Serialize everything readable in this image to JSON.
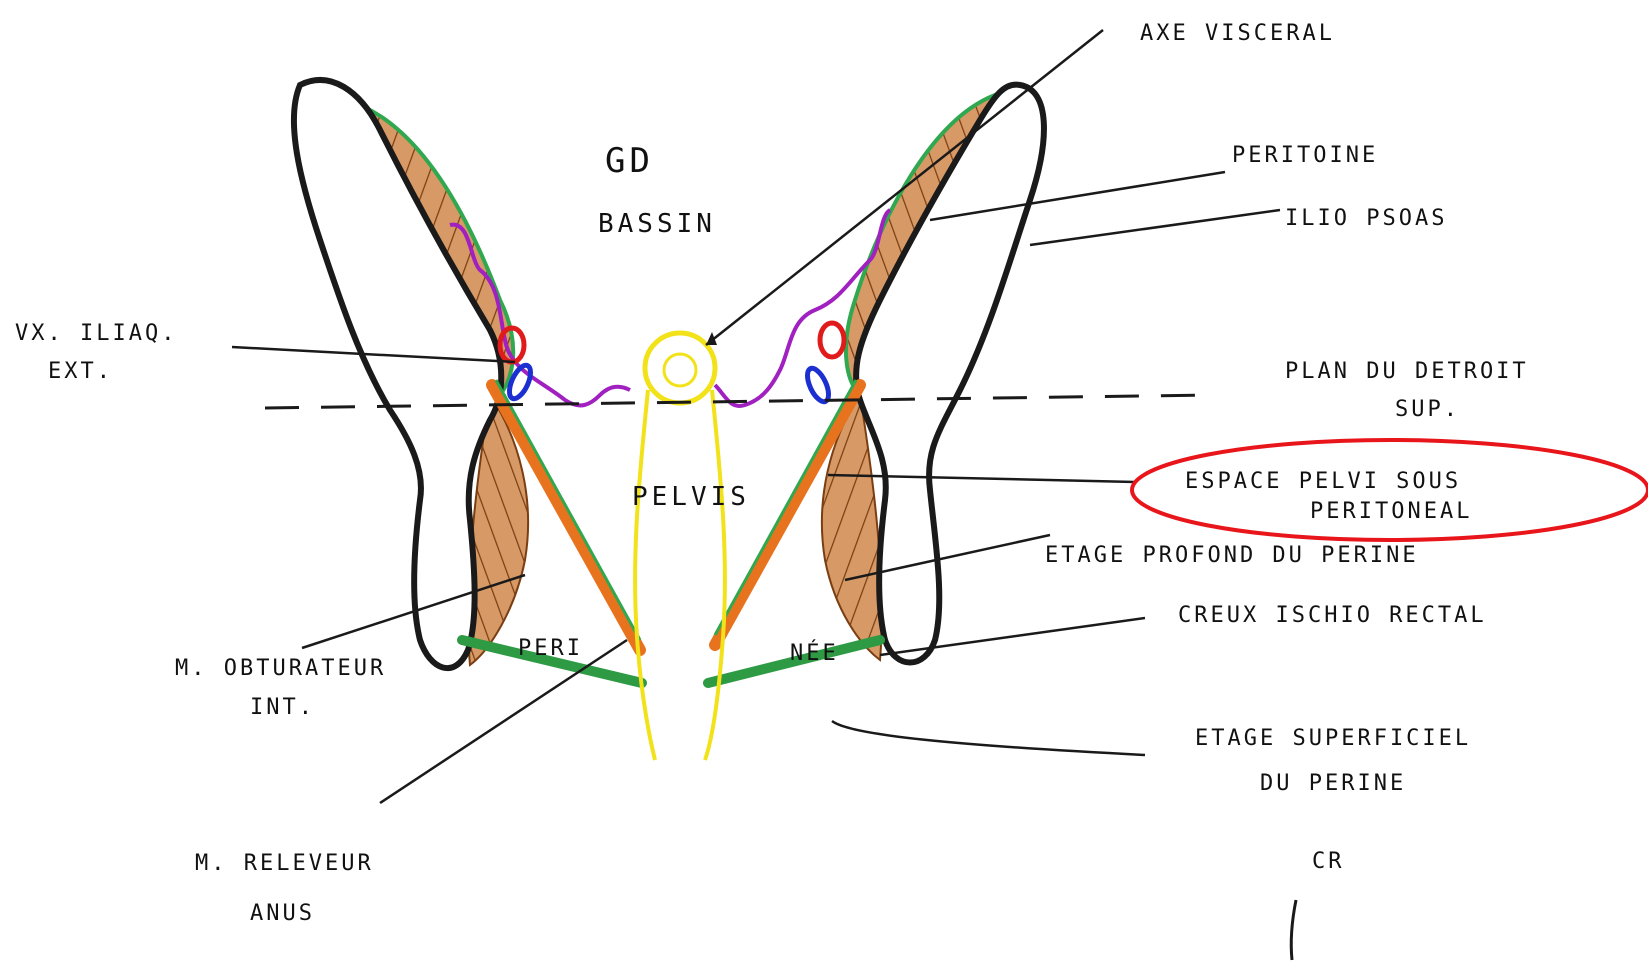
{
  "diagram": {
    "labels": {
      "axe_visceral": "AXE VISCERAL",
      "gd": "GD",
      "bassin": "BASSIN",
      "peritoine": "PERITOINE",
      "ilio_psoas": "ILIO PSOAS",
      "vx_iliaq_1": "VX. ILIAQ.",
      "vx_iliaq_2": "EXT.",
      "plan_detroit_1": "PLAN DU DETROIT",
      "plan_detroit_2": "SUP.",
      "espace_1": "ESPACE PELVI SOUS",
      "espace_2": "PERITONEAL",
      "pelvis": "PELVIS",
      "etage_profond": "ETAGE PROFOND DU PERINE",
      "creux": "CREUX ISCHIO RECTAL",
      "peri": "PERI",
      "nee": "NÉE",
      "obturateur_1": "M. OBTURATEUR",
      "obturateur_2": "INT.",
      "etage_superficiel_1": "ETAGE SUPERFICIEL",
      "etage_superficiel_2": "DU PERINE",
      "releveur_1": "M. RELEVEUR",
      "releveur_2": "ANUS",
      "initials": "CR"
    },
    "colors": {
      "bone": "#1a1a1a",
      "muscle_fill": "#b5703a",
      "levator": "#e8731e",
      "peritoneum": "#2fa84f",
      "peritoneum_purple": "#a020c0",
      "artery": "#e01b1b",
      "vein": "#1c2fd0",
      "visceral_axis": "#f2e21a",
      "superficial_layer": "#2e9a44",
      "highlight": "#e8151b"
    }
  }
}
